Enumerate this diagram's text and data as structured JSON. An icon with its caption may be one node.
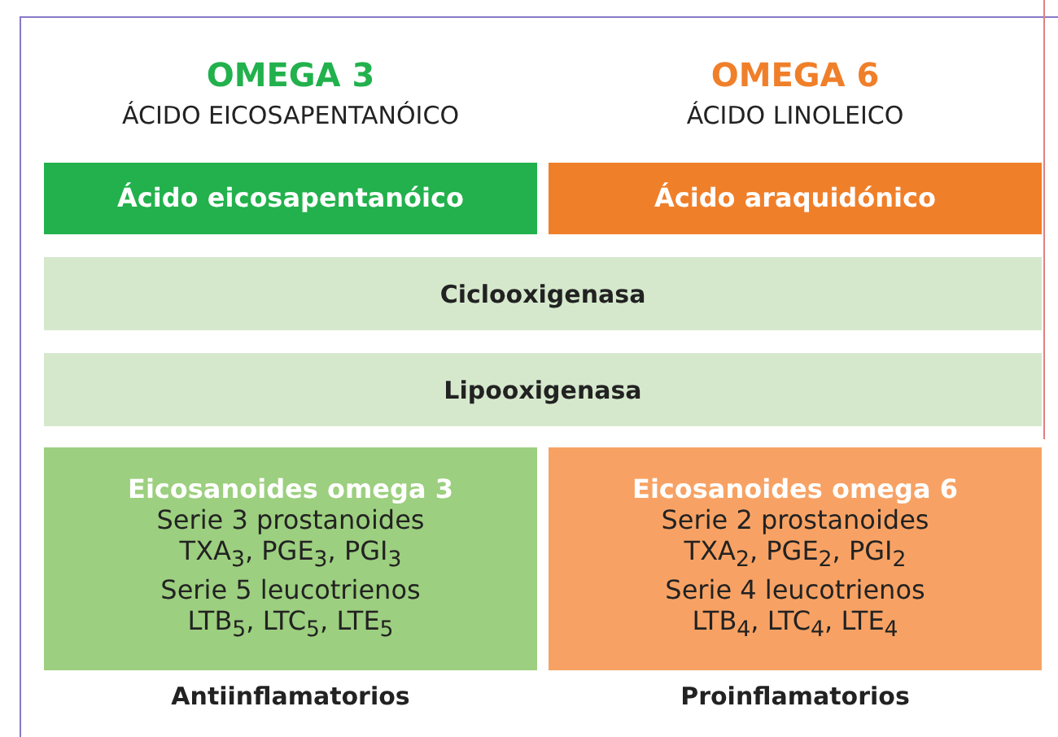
{
  "diagram": {
    "nodes": [
      {
        "text": [
          "Ácido eicosapentanóico"
        ]
      },
      {
        "text": [
          "Ácido araquidónico"
        ]
      },
      {
        "text": [
          "Ciclooxigenasa"
        ]
      },
      {
        "text": [
          "Lipooxigenasa"
        ]
      },
      {
        "text": [
          "Eicosanoides omega 3",
          "Serie 3 prostanoides",
          "TXA$_{3}$, PGE$_{3}$, PGI$_{3}$",
          "Serie 5 leucotrienos",
          "LTB$_{5}$, LTC$_{5}$, LTE$_{5}$"
        ],
        "beside": [
          "Antiinflamatorios"
        ]
      },
      {
        "text": [
          "Eicosanoides omega 6",
          "Serie 2 prostanoides",
          "TXA$_{2}$, PGE$_{2}$, PGI$_{2}$",
          "Serie 4 leucotrienos",
          "LTB$_{4}$, LTC$_{4}$, LTE$_{4}$"
        ],
        "beside": [
          "Proinflamatorios"
        ]
      }
    ],
    "labels": [
      "OMEGA 3",
      "ÁCIDO EICOSAPENTANÓICO",
      "OMEGA 6",
      "ÁCIDO LINOLEICO"
    ]
  }
}
